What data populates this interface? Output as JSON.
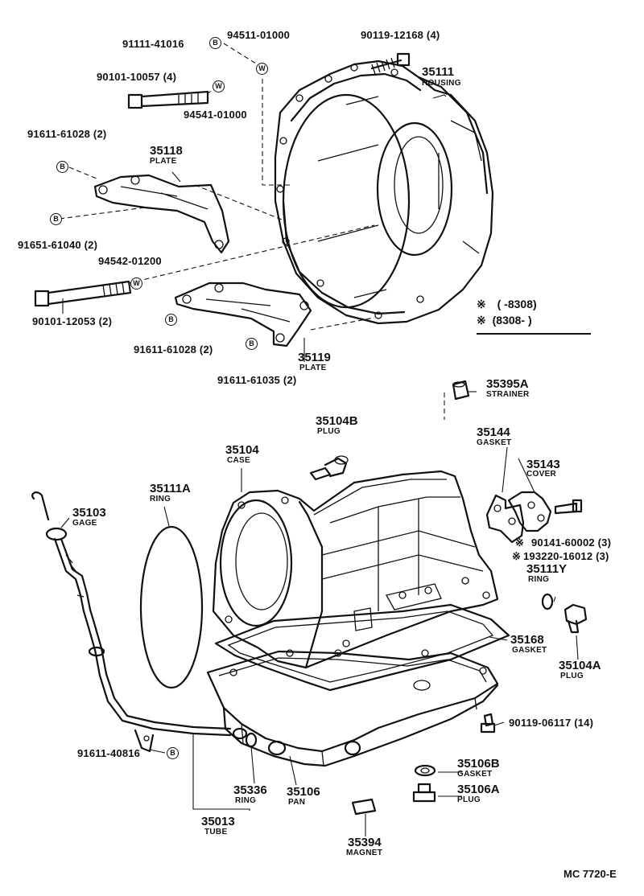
{
  "drawing_code": "MC 7720-E",
  "legend": {
    "row1_mark": "※",
    "row1_range": "(        -8308)",
    "row2_mark": "※",
    "row2_range": "(8308-        )"
  },
  "parts": {
    "bolt_91111_41016": "91111-41016",
    "washer_94511_01000": "94511-01000",
    "bolt_90119_12168": "90119-12168 (4)",
    "housing_num": "35111",
    "housing_name": "HOUSING",
    "bolt_90101_10057": "90101-10057 (4)",
    "washer_94541_01000": "94541-01000",
    "bolt_91611_61028_top": "91611-61028 (2)",
    "plate_35118_num": "35118",
    "plate_35118_name": "PLATE",
    "bolt_91651_61040": "91651-61040 (2)",
    "washer_94542_01200": "94542-01200",
    "bolt_90101_12053": "90101-12053 (2)",
    "bolt_91611_61028_bottom": "91611-61028 (2)",
    "plate_35119_num": "35119",
    "plate_35119_name": "PLATE",
    "bolt_91611_61035": "91611-61035 (2)",
    "strainer_num": "35395A",
    "strainer_name": "STRAINER",
    "plug_35104B_num": "35104B",
    "plug_35104B_name": "PLUG",
    "gasket_35144_num": "35144",
    "gasket_35144_name": "GASKET",
    "case_num": "35104",
    "case_name": "CASE",
    "cover_num": "35143",
    "cover_name": "COVER",
    "ring_35111A_num": "35111A",
    "ring_35111A_name": "RING",
    "gage_num": "35103",
    "gage_name": "GAGE",
    "bolt_90141_60002": "90141-60002 (3)",
    "bolt_193220_16012": "193220-16012 (3)",
    "ring_35111Y_num": "35111Y",
    "ring_35111Y_name": "RING",
    "gasket_35168_num": "35168",
    "gasket_35168_name": "GASKET",
    "plug_35104A_num": "35104A",
    "plug_35104A_name": "PLUG",
    "bolt_90119_06117": "90119-06117 (14)",
    "bolt_91611_40816": "91611-40816",
    "ring_35336_num": "35336",
    "ring_35336_name": "RING",
    "pan_num": "35106",
    "pan_name": "PAN",
    "gasket_35106B_num": "35106B",
    "gasket_35106B_name": "GASKET",
    "plug_35106A_num": "35106A",
    "plug_35106A_name": "PLUG",
    "tube_num": "35013",
    "tube_name": "TUBE",
    "magnet_num": "35394",
    "magnet_name": "MAGNET"
  },
  "marks": {
    "b": "B",
    "w": "W",
    "star": "※"
  }
}
